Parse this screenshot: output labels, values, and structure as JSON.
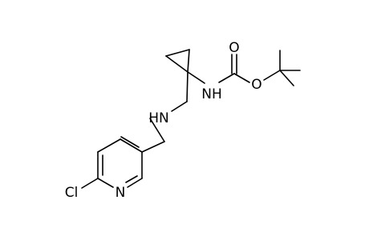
{
  "molecule": {
    "atoms": {
      "oxygen_carbonyl": "O",
      "oxygen_ester": "O",
      "nitrogen_carbamate": "NH",
      "nitrogen_amine": "HN",
      "nitrogen_pyridine": "N",
      "chlorine": "Cl"
    }
  }
}
